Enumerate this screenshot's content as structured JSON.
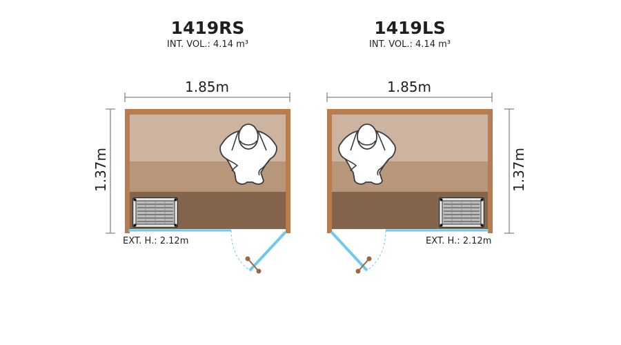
{
  "left": {
    "model": "1419RS",
    "volume": "INT. VOL.: 4.14 m³",
    "width": "1.85m",
    "depth": "1.37m",
    "ext_height": "EXT. H.: 2.12m"
  },
  "right": {
    "model": "1419LS",
    "volume": "INT. VOL.: 4.14 m³",
    "width": "1.85m",
    "depth": "1.37m",
    "ext_height": "EXT. H.: 2.12m"
  },
  "colors": {
    "wall": "#b87c50",
    "bench_top": "#cdb4a1",
    "bench_mid": "#b8967a",
    "floor": "#85644c",
    "door": "#6ec9ea",
    "handle": "#9a6a48",
    "dim_line": "#555555"
  },
  "icons": [
    "person-top-view-icon",
    "sauna-heater-icon",
    "door-handle-icon"
  ]
}
